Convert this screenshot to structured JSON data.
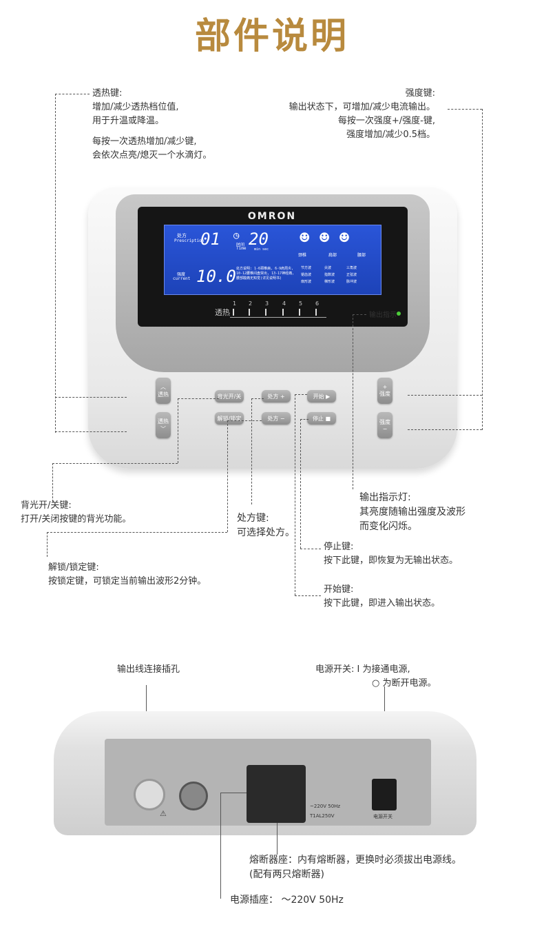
{
  "title": "部件说明",
  "annotations": {
    "heat_key": [
      "透热键:",
      "增加/减少透热档位值,",
      "用于升温或降温。",
      "每按一次透热增加/减少键,",
      "会依次点亮/熄灭一个水滴灯。"
    ],
    "intensity_key": [
      "强度键:",
      "输出状态下，可增加/减少电流输出。",
      "每按一次强度+/强度-键,",
      "强度增加/减少0.5档。"
    ],
    "backlight_key": [
      "背光开/关键:",
      "打开/关闭按键的背光功能。"
    ],
    "prescription_key": [
      "处方键:",
      "可选择处方。"
    ],
    "indicator_light": [
      "输出指示灯:",
      "其亮度随输出强度及波形",
      "而变化闪烁。"
    ],
    "stop_key": [
      "停止键:",
      "按下此键，即恢复为无输出状态。"
    ],
    "lock_key": [
      "解锁/锁定键:",
      "按锁定键，可锁定当前输出波形2分钟。"
    ],
    "start_key": [
      "开始键:",
      "按下此键，即进入输出状态。"
    ],
    "output_port": [
      "输出线连接插孔"
    ],
    "power_switch": [
      "电源开关: Ⅰ 为接通电源,",
      "○ 为断开电源。"
    ],
    "fuse_holder": [
      "熔断器座：内有熔断器，更换时必须拔出电源线。",
      "(配有两只熔断器)"
    ],
    "power_socket": [
      "电源插座：  ～220V  50Hz"
    ]
  },
  "device": {
    "brand": "OMRON",
    "lcd": {
      "prescription_label": "处方",
      "prescription_en": "Prescription",
      "prescription_value": "01",
      "time_label": "时间",
      "time_en": "Time",
      "time_value": "20",
      "time_units": "min   sec",
      "intensity_label": "强度",
      "intensity_en": "current",
      "intensity_value": "10.0",
      "body_labels": [
        "颈椎",
        "肩部",
        "腰部"
      ],
      "wave_labels": [
        "节方波",
        "尖波",
        "三角波",
        "锯齿波",
        "指数波",
        "正弦波",
        "扇形波",
        "梯形波",
        "脉冲波"
      ],
      "note": "处方说明: 1-6颈椎病, 6-9肩周炎, 10-12腰椎间盘突出, 13-17神经痛, 腰部酸痛无知觉(详见说明书)"
    },
    "heat_label": "透热",
    "heat_levels": [
      "1",
      "2",
      "3",
      "4",
      "5",
      "6"
    ],
    "indicator_label": "输出指示",
    "buttons": {
      "heat_up": "透热",
      "heat_down": "透热",
      "backlight": "背光开/关",
      "lock": "解锁/锁定",
      "prescription_plus": "处方 +",
      "prescription_minus": "处方 −",
      "start": "开始 ▶",
      "stop": "停止 ■",
      "intensity_up": "强度",
      "intensity_down": "强度"
    }
  },
  "rear": {
    "socket_rating": "~220V 50Hz",
    "fuse_rating": "T1AL250V",
    "switch_label": "电源开关"
  }
}
